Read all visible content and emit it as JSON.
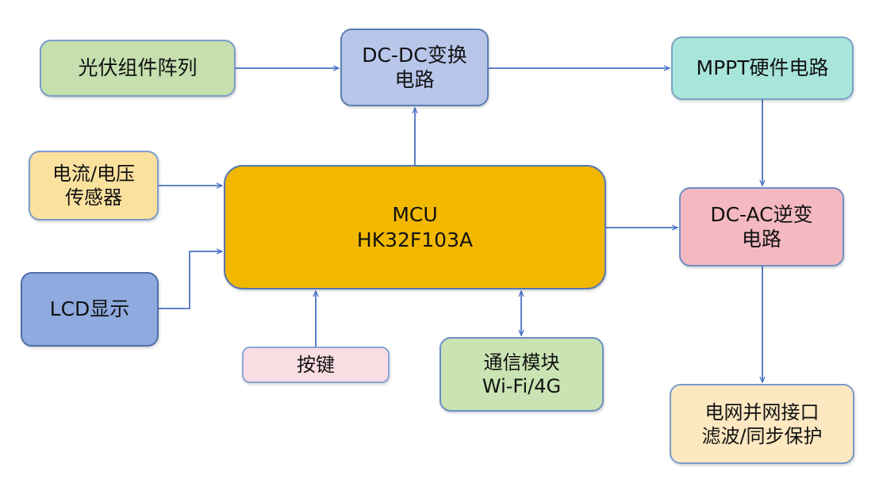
{
  "diagram": {
    "nodes": {
      "pv": {
        "lines": [
          "光伏组件阵列"
        ]
      },
      "dcdc": {
        "lines": [
          "DC-DC变换",
          "电路"
        ]
      },
      "mppt": {
        "lines": [
          "MPPT硬件电路"
        ]
      },
      "sensor": {
        "lines": [
          "电流/电压",
          "传感器"
        ]
      },
      "mcu": {
        "lines": [
          "MCU",
          "HK32F103A"
        ]
      },
      "dcac": {
        "lines": [
          "DC-AC逆变",
          "电路"
        ]
      },
      "lcd": {
        "lines": [
          "LCD显示"
        ]
      },
      "keys": {
        "lines": [
          "按键"
        ]
      },
      "comm": {
        "lines": [
          "通信模块",
          "Wi-Fi/4G"
        ]
      },
      "grid": {
        "lines": [
          "电网并网接口",
          "滤波/同步保护"
        ]
      }
    },
    "edges": [
      {
        "from": "pv",
        "to": "dcdc",
        "direction": "forward"
      },
      {
        "from": "dcdc",
        "to": "mppt",
        "direction": "forward"
      },
      {
        "from": "mcu",
        "to": "dcdc",
        "direction": "forward"
      },
      {
        "from": "mppt",
        "to": "dcac",
        "direction": "forward"
      },
      {
        "from": "sensor",
        "to": "mcu",
        "direction": "forward"
      },
      {
        "from": "mcu",
        "to": "dcac",
        "direction": "forward"
      },
      {
        "from": "lcd",
        "to": "mcu",
        "direction": "forward"
      },
      {
        "from": "keys",
        "to": "mcu",
        "direction": "forward"
      },
      {
        "from": "mcu",
        "to": "comm",
        "direction": "both"
      },
      {
        "from": "dcac",
        "to": "grid",
        "direction": "forward"
      }
    ],
    "colors": {
      "arrow": "#4a72c4",
      "border": "#5b7db1",
      "pv": "#c5dfae",
      "dcdc": "#b8c6ea",
      "mppt": "#a8e6db",
      "sensor": "#fbe19e",
      "mcu": "#f2b800",
      "dcac": "#f4b8c1",
      "lcd": "#8eaadf",
      "keys": "#fadde3",
      "comm": "#c9e3b3",
      "grid": "#fde8c2"
    }
  }
}
